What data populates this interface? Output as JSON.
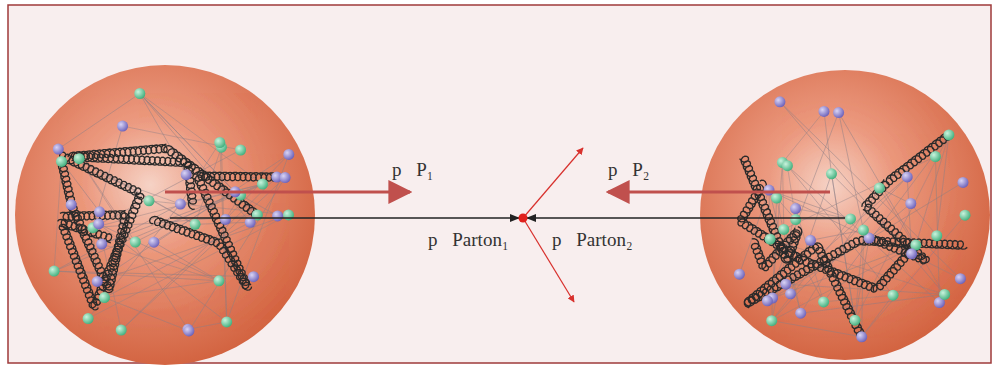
{
  "diagram": {
    "labels": [
      "p⃗P₁",
      "p⃗Parton₁",
      "p⃗P₂",
      "p⃗Parton₂"
    ]
  }
}
